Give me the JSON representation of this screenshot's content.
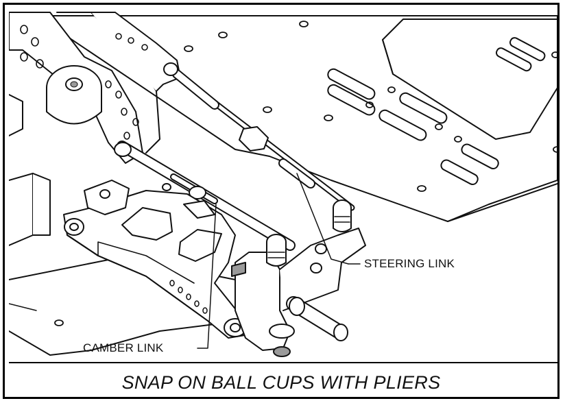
{
  "callouts": {
    "steering_link": "STEERING LINK",
    "camber_link": "CAMBER LINK"
  },
  "caption": "SNAP ON BALL CUPS WITH PLIERS",
  "colors": {
    "line": "#111111",
    "shade": "#e6e6e6",
    "dark": "#9a9a9a"
  }
}
